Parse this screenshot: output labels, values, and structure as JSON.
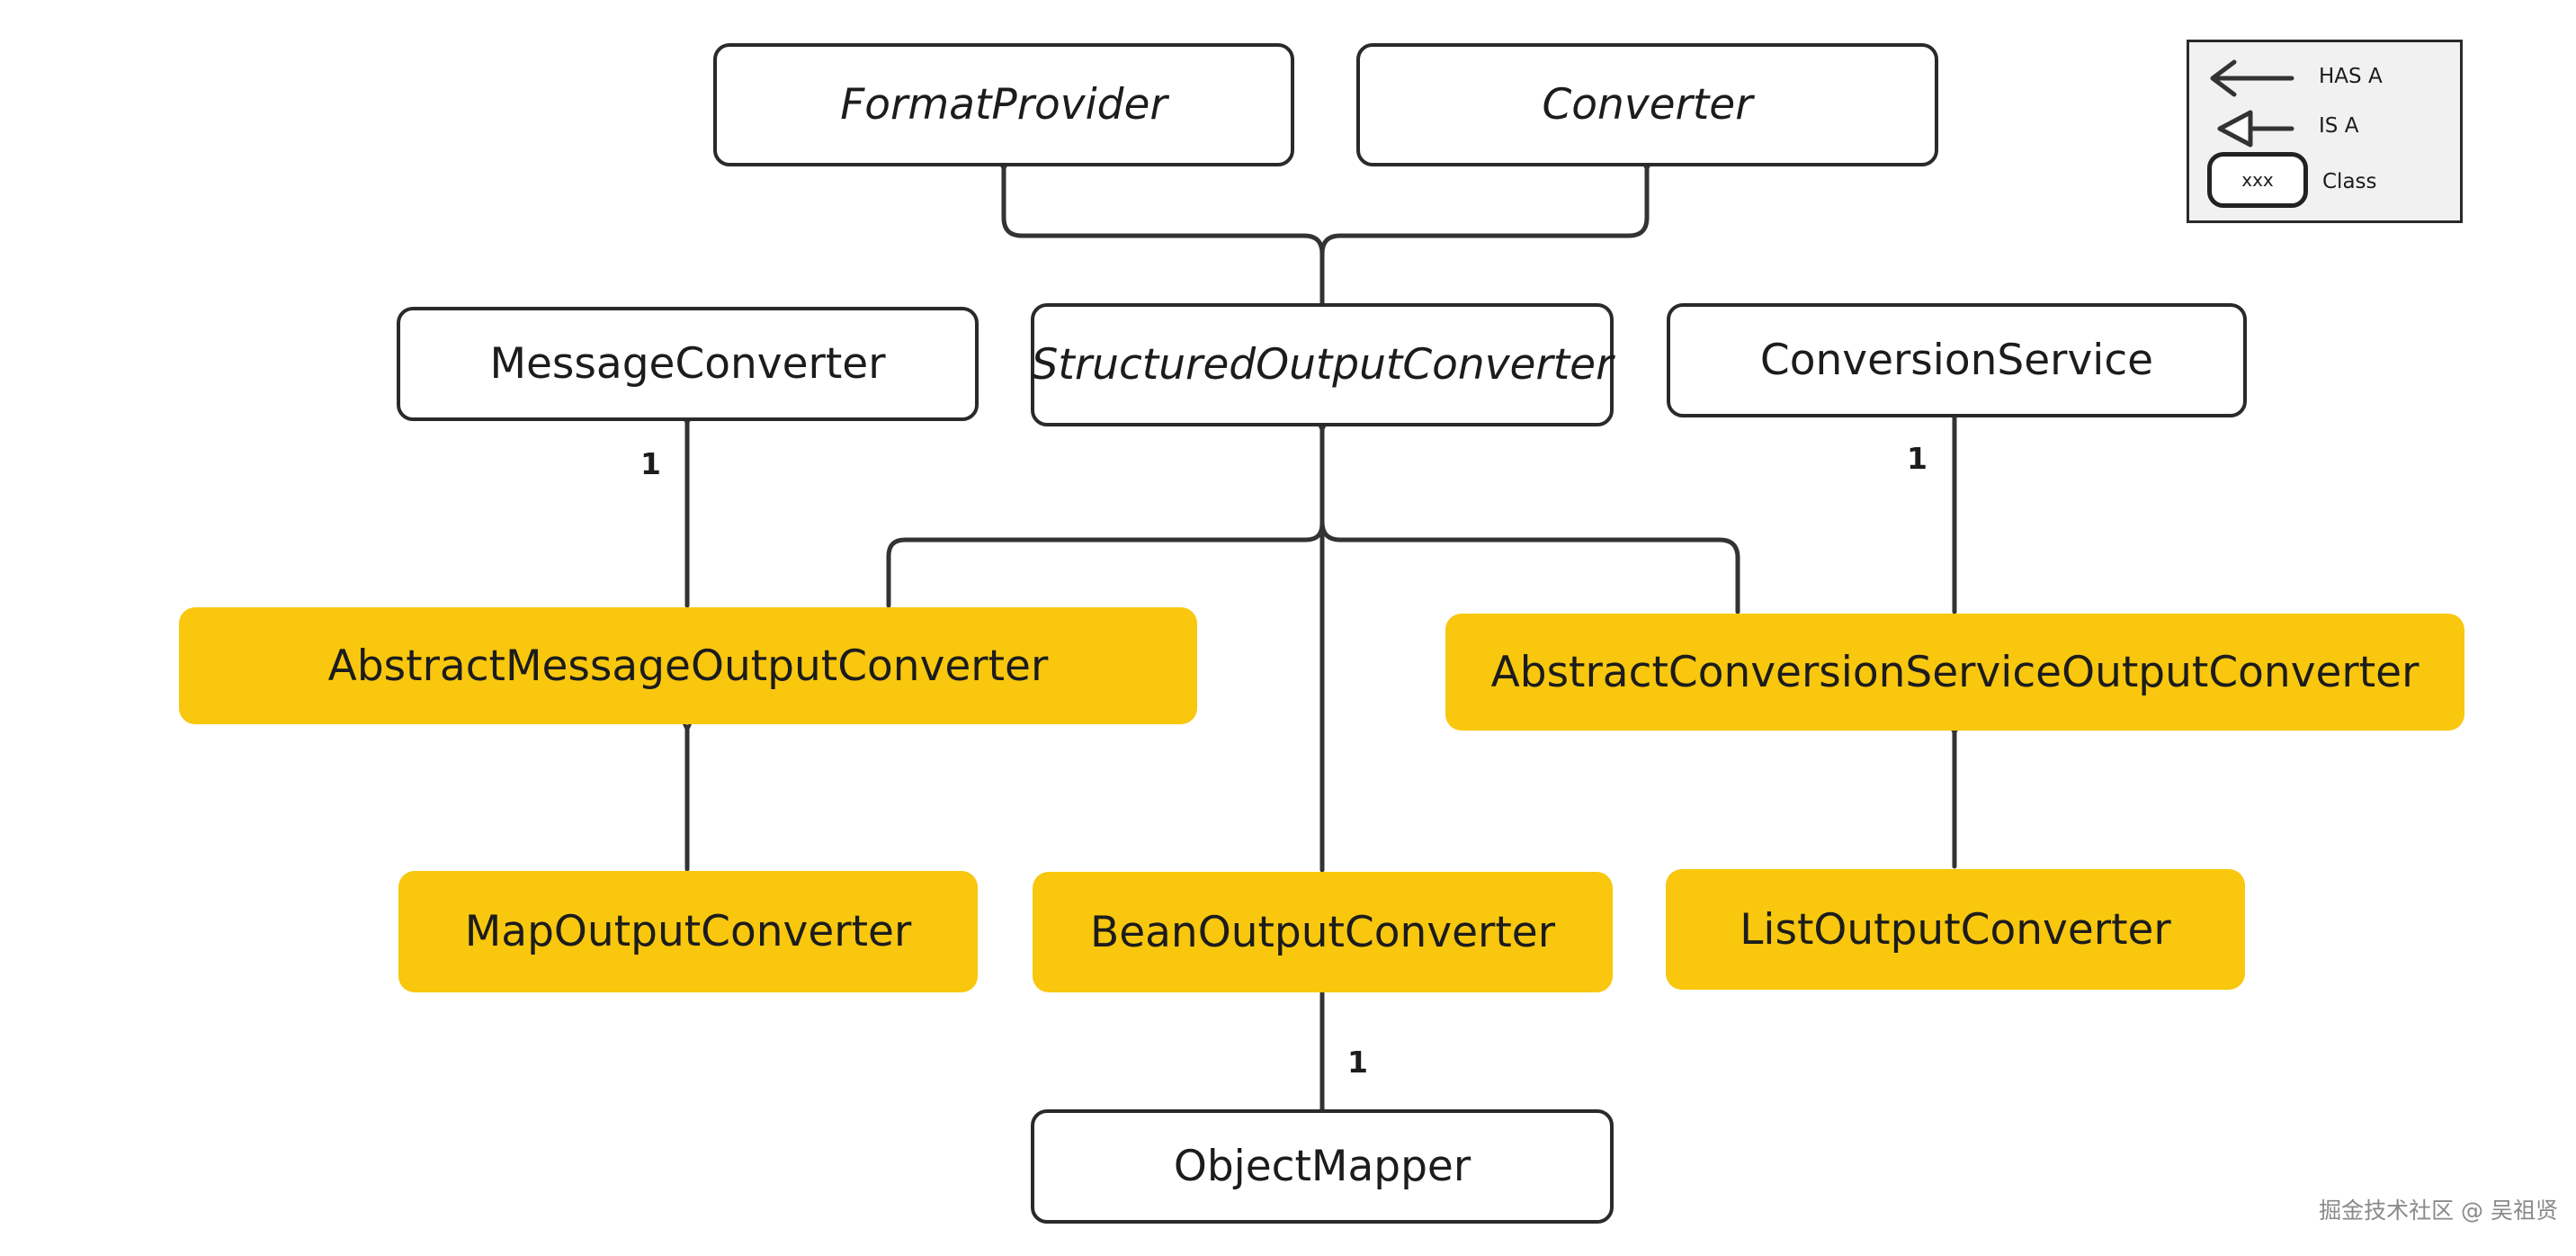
{
  "nodes": {
    "format_provider": "FormatProvider",
    "converter": "Converter",
    "message_converter": "MessageConverter",
    "structured_output_converter": "StructuredOutputConverter",
    "conversion_service": "ConversionService",
    "abstract_message_output_converter": "AbstractMessageOutputConverter",
    "abstract_conversion_service_output_converter": "AbstractConversionServiceOutputConverter",
    "map_output_converter": "MapOutputConverter",
    "bean_output_converter": "BeanOutputConverter",
    "list_output_converter": "ListOutputConverter",
    "object_mapper": "ObjectMapper"
  },
  "edges": [
    {
      "from": "StructuredOutputConverter",
      "to": "FormatProvider",
      "relation": "IS A"
    },
    {
      "from": "StructuredOutputConverter",
      "to": "Converter",
      "relation": "IS A"
    },
    {
      "from": "AbstractMessageOutputConverter",
      "to": "StructuredOutputConverter",
      "relation": "IS A"
    },
    {
      "from": "BeanOutputConverter",
      "to": "StructuredOutputConverter",
      "relation": "IS A"
    },
    {
      "from": "AbstractConversionServiceOutputConverter",
      "to": "StructuredOutputConverter",
      "relation": "IS A"
    },
    {
      "from": "AbstractMessageOutputConverter",
      "to": "MessageConverter",
      "relation": "HAS A",
      "multiplicity": "1"
    },
    {
      "from": "AbstractConversionServiceOutputConverter",
      "to": "ConversionService",
      "relation": "HAS A",
      "multiplicity": "1"
    },
    {
      "from": "MapOutputConverter",
      "to": "AbstractMessageOutputConverter",
      "relation": "IS A"
    },
    {
      "from": "ListOutputConverter",
      "to": "AbstractConversionServiceOutputConverter",
      "relation": "IS A"
    },
    {
      "from": "BeanOutputConverter",
      "to": "ObjectMapper",
      "relation": "HAS A",
      "multiplicity": "1"
    }
  ],
  "multiplicity": {
    "message_converter": "1",
    "conversion_service": "1",
    "object_mapper": "1"
  },
  "legend": {
    "has_a": "HAS A",
    "is_a": "IS A",
    "class_sample": "xxx",
    "class_label": "Class"
  },
  "colors": {
    "concrete_fill": "#f8c70e",
    "interface_fill": "#ffffff",
    "line": "#333333",
    "legend_fill": "#f1f1f1"
  },
  "watermark": "掘金技术社区 @ 吴祖贤"
}
